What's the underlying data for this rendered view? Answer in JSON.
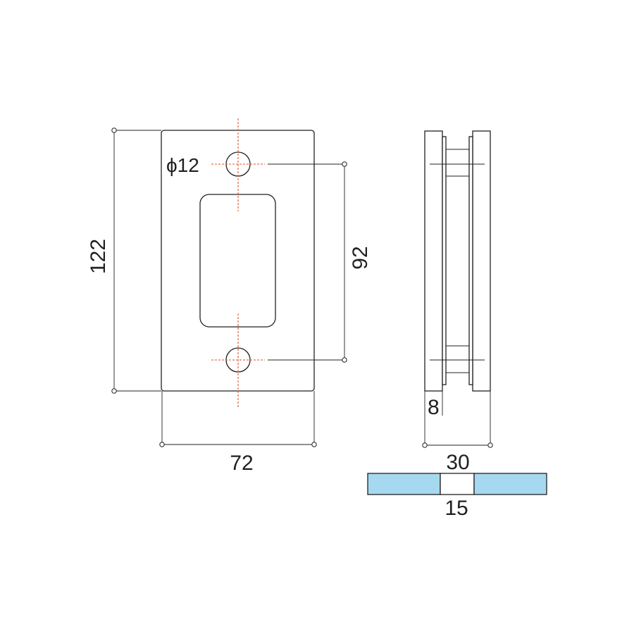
{
  "drawing": {
    "front_view": {
      "height_label": "122",
      "width_label": "72",
      "hole_spacing_label": "92",
      "hole_diameter_label": "ϕ12"
    },
    "side_view": {
      "depth_label": "30",
      "plate_thickness_label": "8"
    },
    "glass_section": {
      "glass_thickness_label": "15",
      "glass_color": "#a6d8f0"
    },
    "colors": {
      "line": "#231f20",
      "centerline": "#e0522a"
    }
  }
}
